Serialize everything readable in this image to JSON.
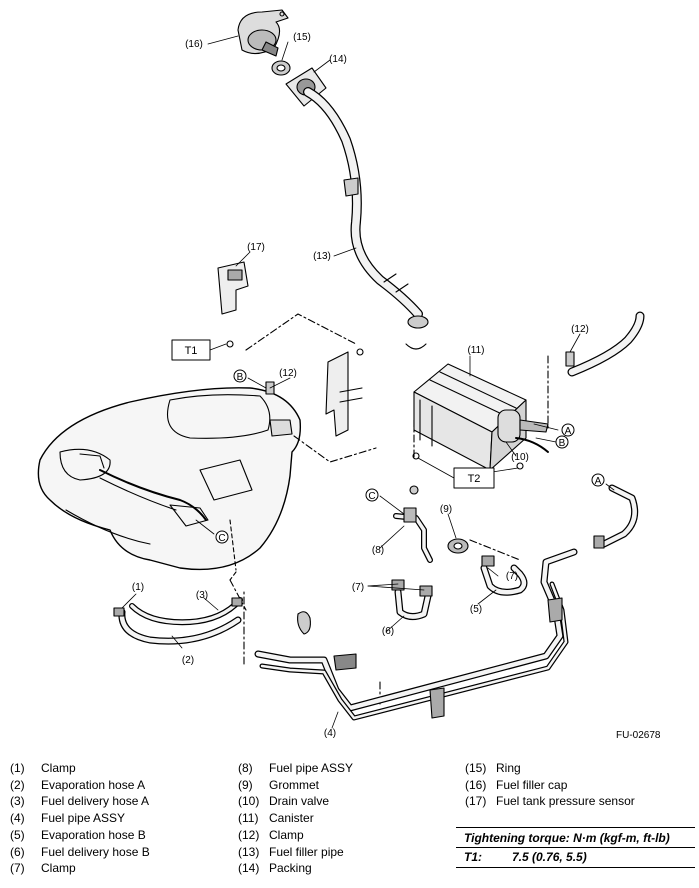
{
  "figure_code": "FU-02678",
  "callouts": {
    "c1": "(1)",
    "c2": "(2)",
    "c3": "(3)",
    "c4": "(4)",
    "c5": "(5)",
    "c6": "(6)",
    "c7a": "(7)",
    "c7b": "(7)",
    "c8": "(8)",
    "c9": "(9)",
    "c10": "(10)",
    "c11": "(11)",
    "c12a": "(12)",
    "c12b": "(12)",
    "c13": "(13)",
    "c14": "(14)",
    "c15": "(15)",
    "c16": "(16)",
    "c17": "(17)"
  },
  "markers": {
    "a1": "A",
    "a2": "A",
    "b1": "B",
    "b2": "B",
    "c1": "C",
    "c2": "C"
  },
  "torque_boxes": {
    "t1": "T1",
    "t2": "T2"
  },
  "legend": [
    {
      "num": "(1)",
      "label": "Clamp"
    },
    {
      "num": "(2)",
      "label": "Evaporation hose A"
    },
    {
      "num": "(3)",
      "label": "Fuel delivery hose A"
    },
    {
      "num": "(4)",
      "label": "Fuel pipe ASSY"
    },
    {
      "num": "(5)",
      "label": "Evaporation hose B"
    },
    {
      "num": "(6)",
      "label": "Fuel delivery hose B"
    },
    {
      "num": "(7)",
      "label": "Clamp"
    },
    {
      "num": "(8)",
      "label": "Fuel pipe ASSY"
    },
    {
      "num": "(9)",
      "label": "Grommet"
    },
    {
      "num": "(10)",
      "label": "Drain valve"
    },
    {
      "num": "(11)",
      "label": "Canister"
    },
    {
      "num": "(12)",
      "label": "Clamp"
    },
    {
      "num": "(13)",
      "label": "Fuel filler pipe"
    },
    {
      "num": "(14)",
      "label": "Packing"
    },
    {
      "num": "(15)",
      "label": "Ring"
    },
    {
      "num": "(16)",
      "label": "Fuel filler cap"
    },
    {
      "num": "(17)",
      "label": "Fuel tank pressure sensor"
    }
  ],
  "torque": {
    "heading": "Tightening torque: N·m (kgf-m, ft-lb)",
    "key": "T1:",
    "value": "7.5 (0.76, 5.5)"
  }
}
